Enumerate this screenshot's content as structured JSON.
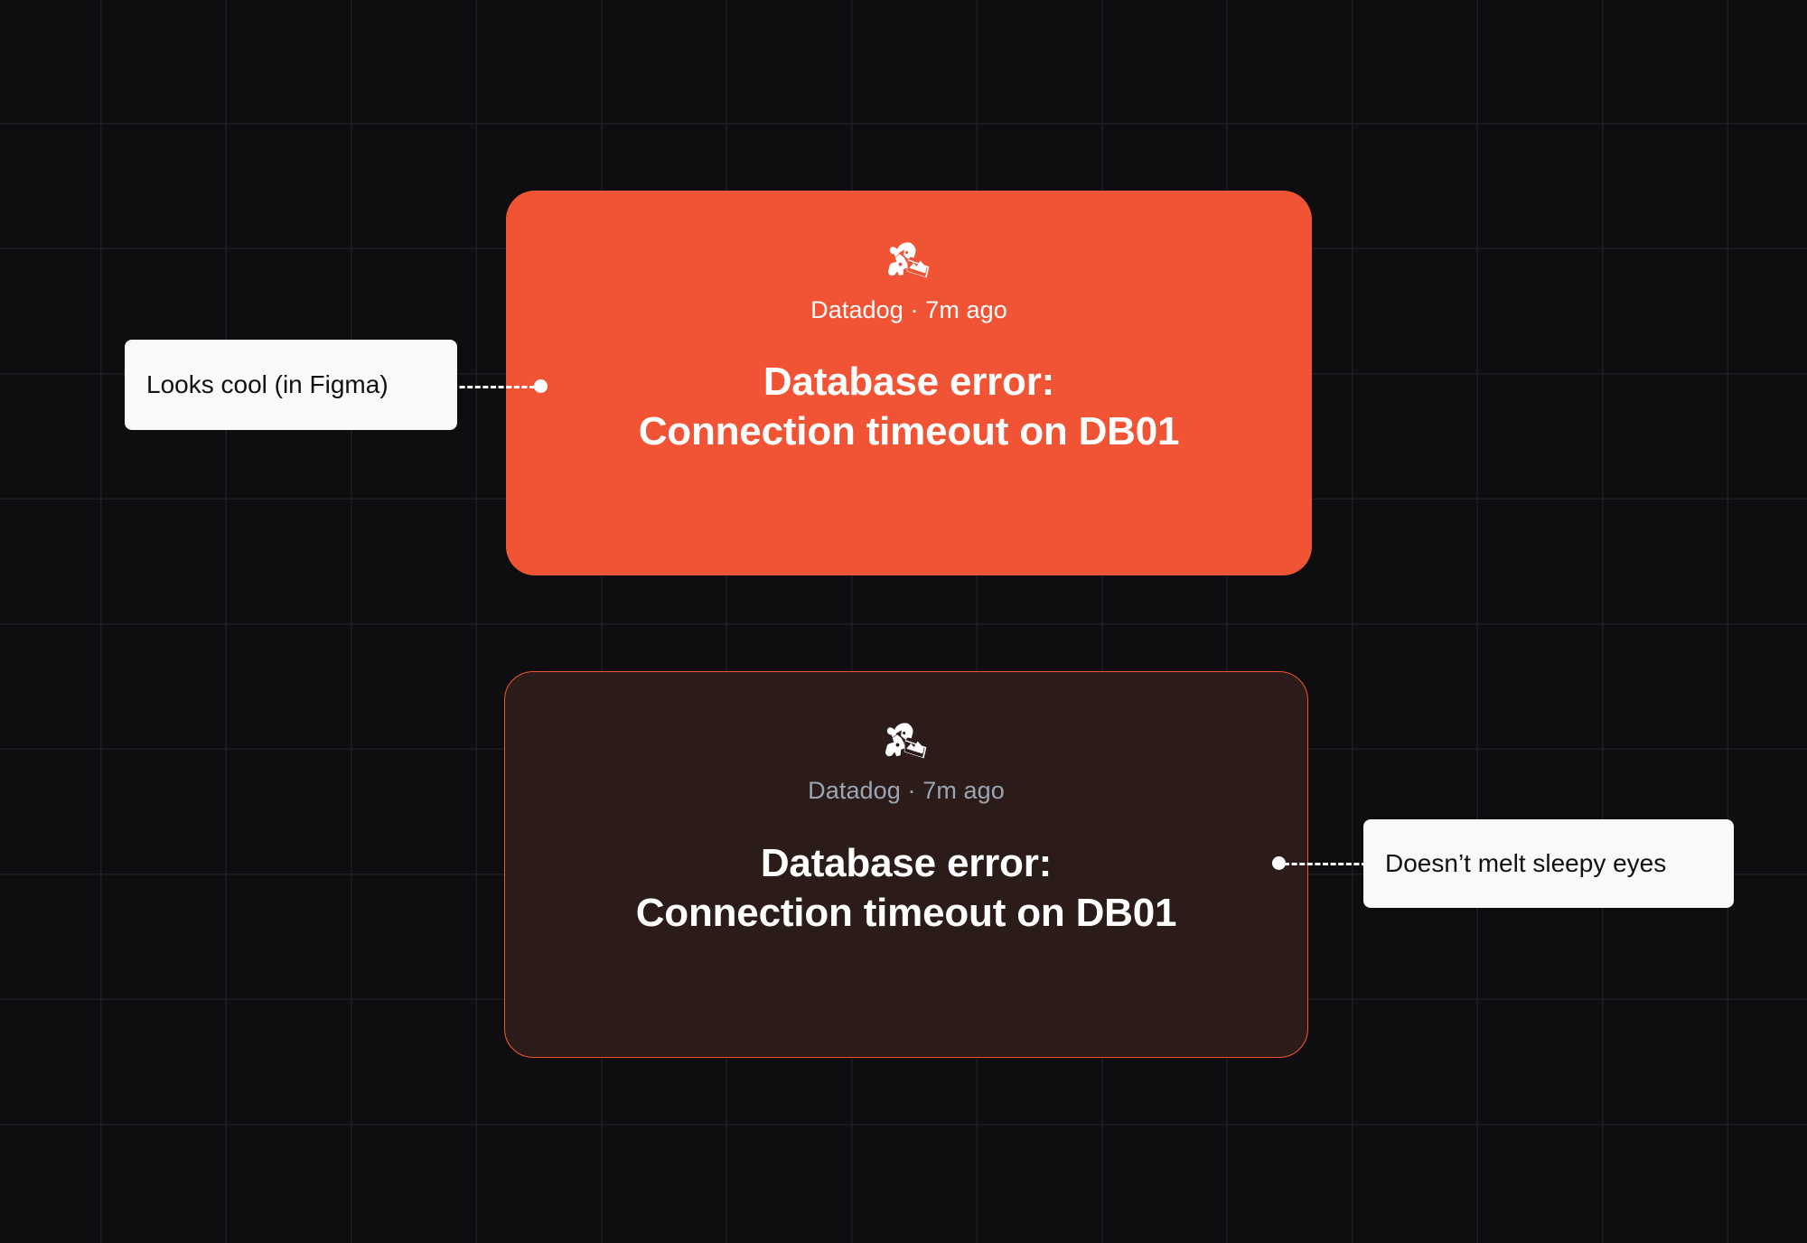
{
  "canvas": {
    "background_color": "#0e0e10",
    "grid_line_color": "#1e1e22",
    "grid_cell_size": "138.5px"
  },
  "cards": [
    {
      "id": "light",
      "variant": "filled-orange",
      "background_color": "#f05434",
      "icon": "datadog-dog-icon",
      "source": "Datadog",
      "separator": "·",
      "timestamp": "7m ago",
      "meta": "Datadog · 7m ago",
      "meta_color": "#ffffff",
      "title": "Database error:\nConnection timeout on DB01",
      "title_color": "#ffffff"
    },
    {
      "id": "dark",
      "variant": "outlined-dark",
      "background_color": "#2b1c19",
      "border_color": "#f2562f",
      "icon": "datadog-dog-icon",
      "source": "Datadog",
      "separator": "·",
      "timestamp": "7m ago",
      "meta": "Datadog · 7m ago",
      "meta_color": "#9aa4b2",
      "title": "Database error:\nConnection timeout on DB01",
      "title_color": "#ffffff"
    }
  ],
  "callouts": [
    {
      "id": "left",
      "text": "Looks cool (in Figma)",
      "background_color": "#f9f9fa",
      "text_color": "#111113",
      "anchor": "card-light-left-edge"
    },
    {
      "id": "right",
      "text": "Doesn’t melt sleepy eyes",
      "background_color": "#f9f9fa",
      "text_color": "#111113",
      "anchor": "card-dark-right-edge"
    }
  ],
  "connectors": [
    {
      "id": "left",
      "style": "dashed",
      "color": "#ffffff",
      "dot_color": "#ffffff"
    },
    {
      "id": "right",
      "style": "dashed",
      "color": "#ffffff",
      "dot_color": "#ffffff"
    }
  ]
}
